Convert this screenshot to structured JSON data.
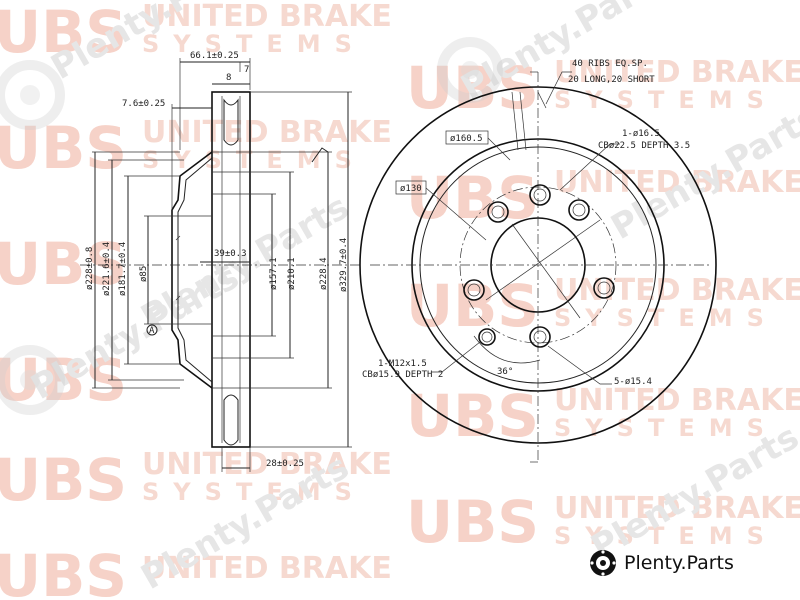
{
  "watermark": {
    "ubs": "UBS",
    "brand_line": "UNITED BRAKE",
    "systems_line": "SYSTEMS",
    "plenty": "Plenty.Parts"
  },
  "logo": {
    "text": "Plenty.Parts",
    "icon": "brake-disc-gear-icon"
  },
  "side_view": {
    "dims": {
      "overall_width": "66.1±0.25",
      "hub_width": "8",
      "flange": "7",
      "hat_offset": "7.6±0.25",
      "hat_depth": "39±0.3",
      "disc_thickness": "28±0.25",
      "d_228": "ø228±0.8",
      "d_221": "ø221.6±0.4",
      "d_181": "ø181.7±0.4",
      "d_85": "ø85",
      "d_157": "ø157.1",
      "d_210": "ø210.1",
      "d_228_4": "ø228.4",
      "d_329": "ø329.7±0.4",
      "ref_a": "A"
    }
  },
  "front_view": {
    "ribs_note_1": "40 RIBS EQ.SP.",
    "ribs_note_2": "20 LONG,20 SHORT",
    "d_160": "ø160.5",
    "d_130": "ø130",
    "pin_hole_1": "1-ø16.5",
    "pin_hole_2": "CBø22.5 DEPTH 3.5",
    "thread_1": "1-M12x1.5",
    "thread_2": "CBø15.9 DEPTH 2",
    "angle": "36°",
    "bolt_holes": "5-ø15.4"
  }
}
